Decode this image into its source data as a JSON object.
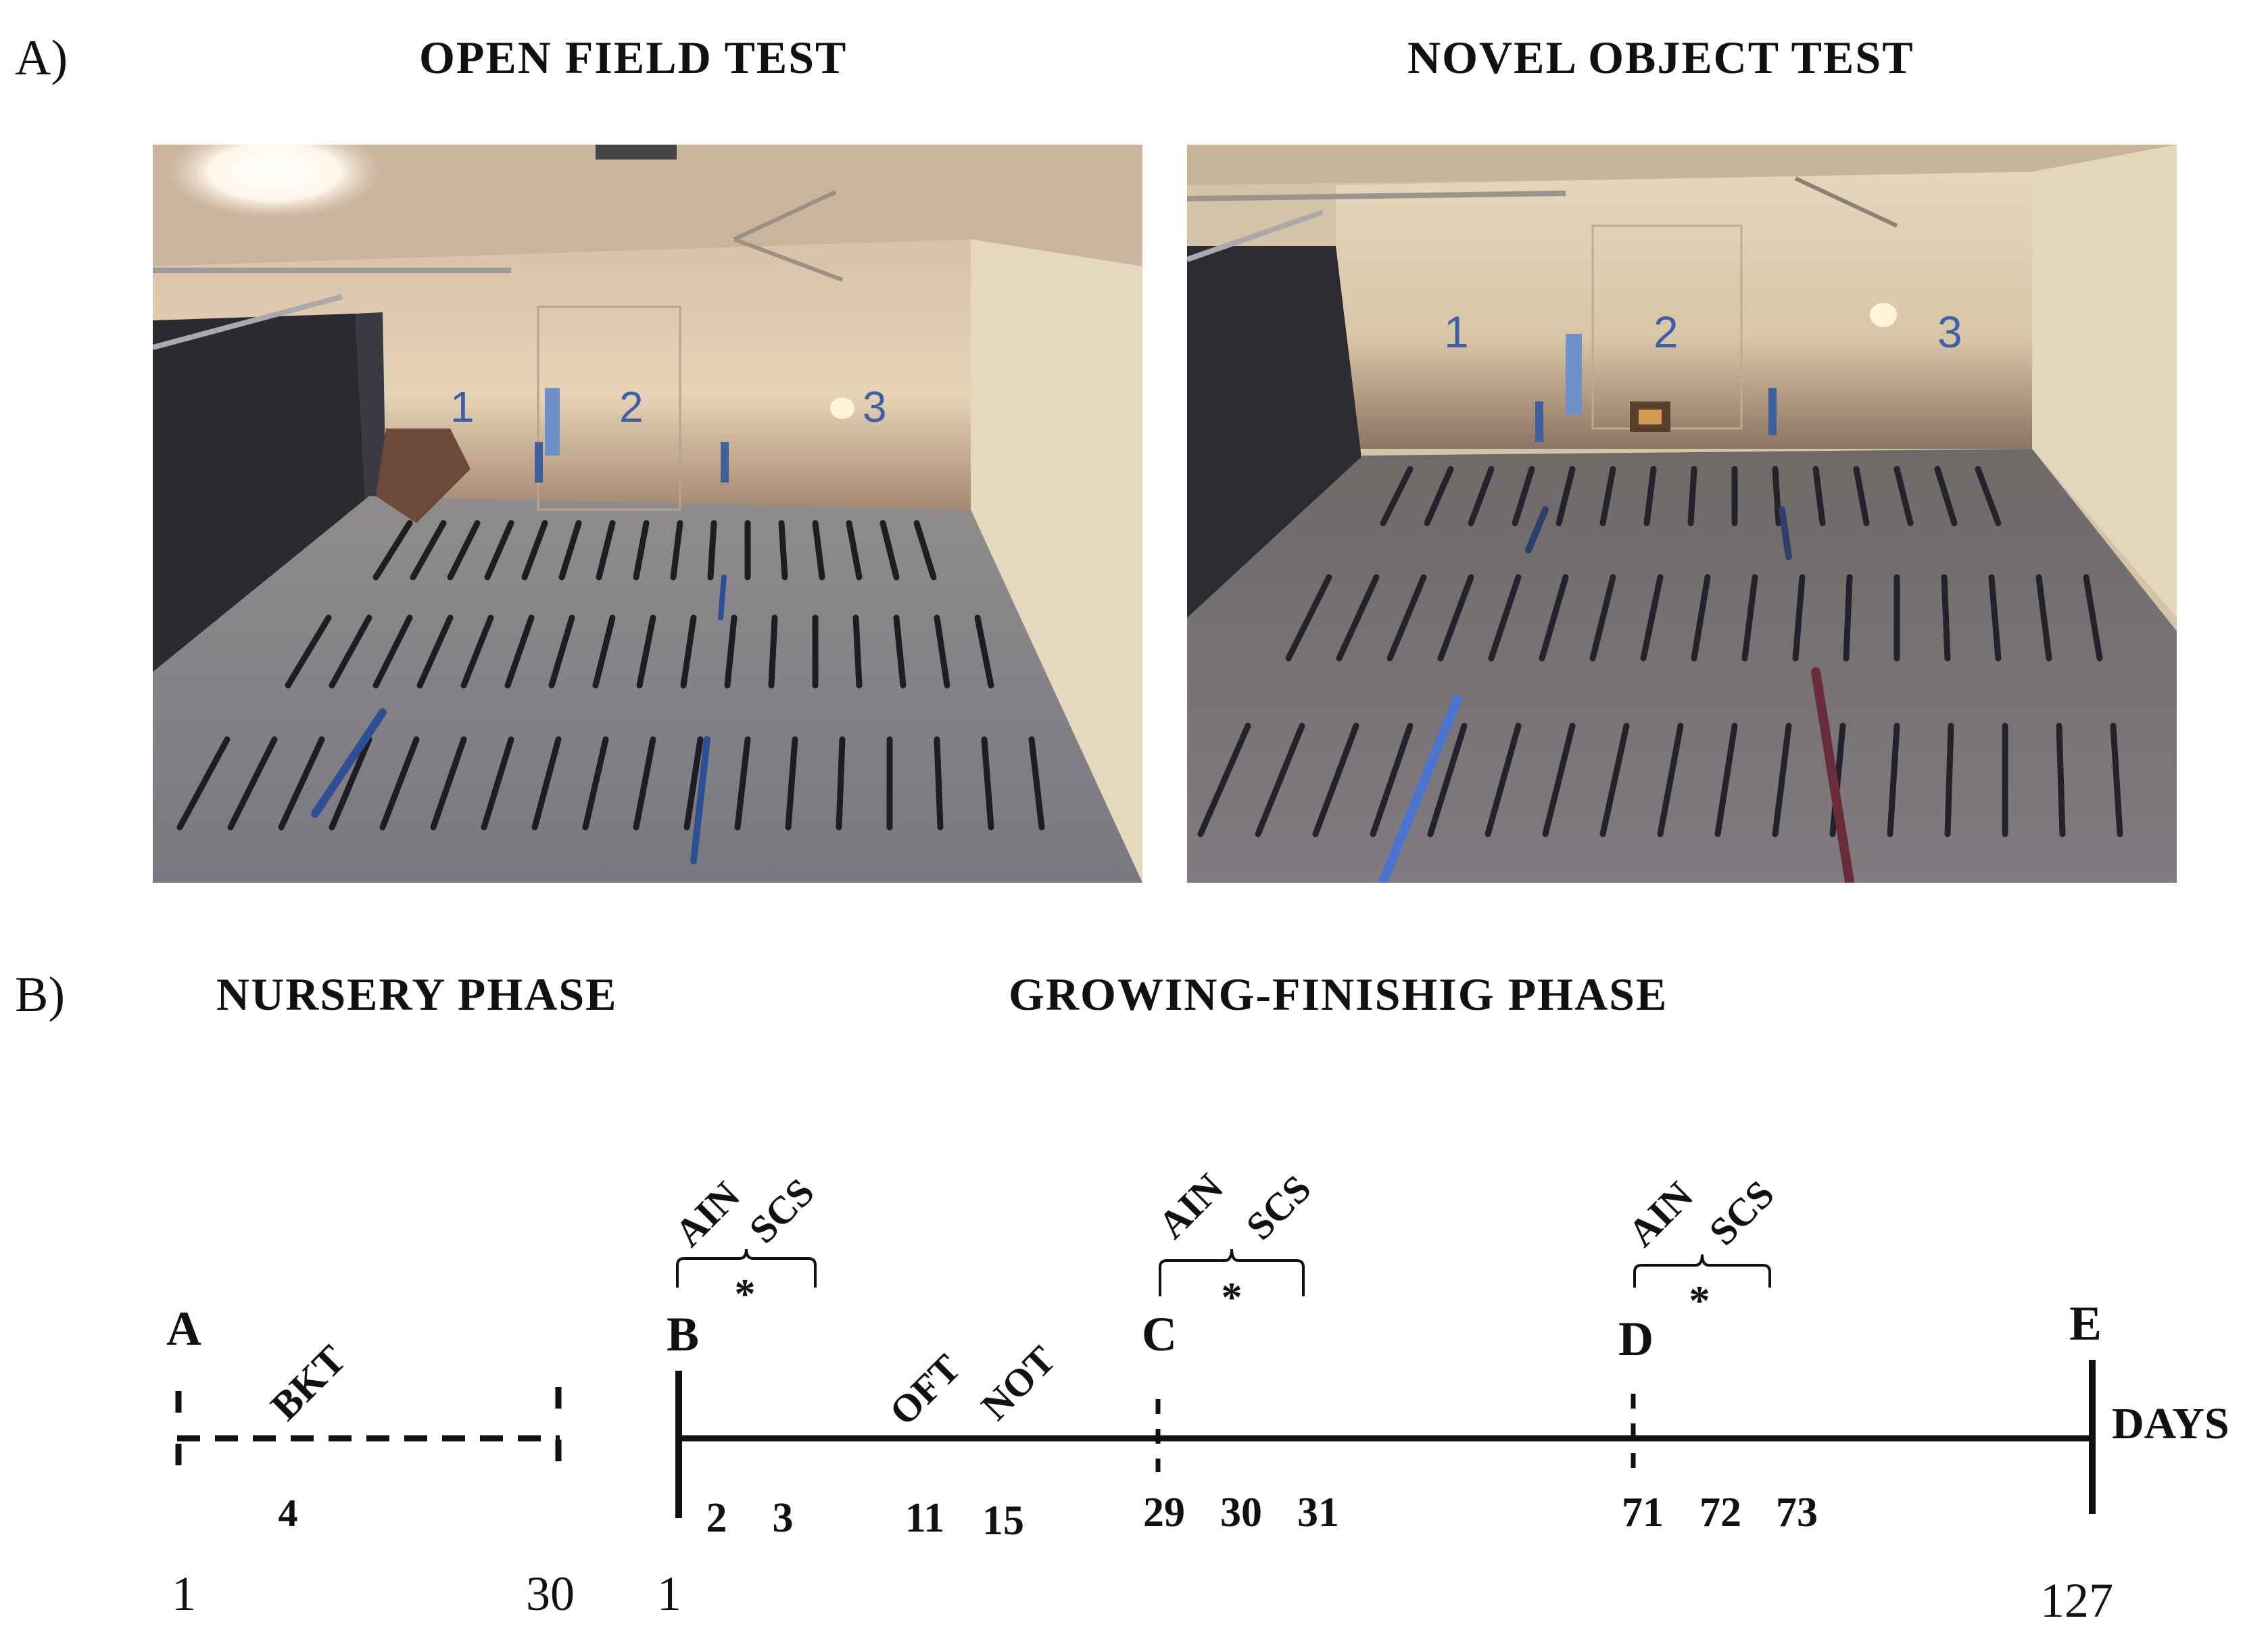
{
  "panel_a": {
    "label": "A)",
    "photos": [
      {
        "title": "OPEN FIELD TEST",
        "wall_numbers": [
          "1",
          "2",
          "3"
        ]
      },
      {
        "title": "NOVEL OBJECT TEST",
        "wall_numbers": [
          "1",
          "2",
          "3"
        ]
      }
    ]
  },
  "panel_b": {
    "label": "B)",
    "phase_nursery": "NURSERY PHASE",
    "phase_growing": "GROWING-FINISHIG PHASE",
    "days_label": "DAYS",
    "nursery": {
      "start_letter": "A",
      "event": "BKT",
      "event_day": "4",
      "start_day": "1",
      "end_day": "30"
    },
    "growing": {
      "start_day": "1",
      "end_day": "127",
      "checkpoints": [
        {
          "letter": "B",
          "day": 1,
          "measures": [
            "AIN",
            "SCS"
          ],
          "marker": "*",
          "days": [
            "2",
            "3"
          ]
        },
        {
          "letter": "C",
          "day": 29,
          "measures": [
            "AIN",
            "SCS"
          ],
          "marker": "*",
          "days": [
            "29",
            "30",
            "31"
          ]
        },
        {
          "letter": "D",
          "day": 71,
          "measures": [
            "AIN",
            "SCS"
          ],
          "marker": "*",
          "days": [
            "71",
            "72",
            "73"
          ]
        },
        {
          "letter": "E",
          "day": 127
        }
      ],
      "tests": [
        {
          "label": "OFT",
          "day": "11"
        },
        {
          "label": "NOT",
          "day": "15"
        }
      ]
    }
  }
}
